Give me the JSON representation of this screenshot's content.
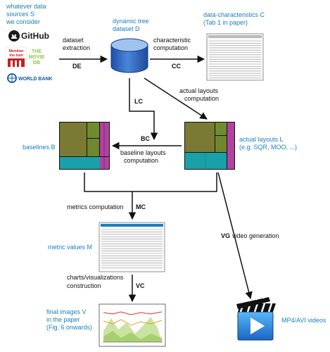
{
  "sources": {
    "label_lines": [
      "whatever data",
      "sources S",
      "we consider"
    ],
    "github": "GitHub",
    "mention": [
      "Mention",
      "Ins tum"
    ],
    "movie_db": [
      "THE",
      "MOVIE",
      "DB"
    ],
    "world_bank": "WORLD BANK"
  },
  "nodes": {
    "dataset": [
      "dynamic tree",
      "dataset D"
    ],
    "characteristics": [
      "data-characteristics C",
      "(Tab 1 in paper)"
    ],
    "baselines": "baselines B",
    "actual_layouts": [
      "actual layouts L",
      "(e.g. SQR, MOO, ...)"
    ],
    "metric_values": "metric values M",
    "final_images": [
      "final images V",
      "in the paper",
      "(Fig. 6 onwards)"
    ],
    "videos": "MP4/AVI videos"
  },
  "edges": {
    "extraction": [
      "dataset",
      "extraction"
    ],
    "extraction_code": "DE",
    "characteristic": [
      "characteristic",
      "computation"
    ],
    "characteristic_code": "CC",
    "layouts_code": "LC",
    "layouts": [
      "actual layouts",
      "computation"
    ],
    "baseline_code": "BC",
    "baseline": [
      "baseline layouts",
      "computation"
    ],
    "metrics": "metrics computation",
    "metrics_code": "MC",
    "charts": [
      "charts/visualizations",
      "construction"
    ],
    "charts_code": "VC",
    "video_code": "VG",
    "video": "video generation"
  },
  "colors": {
    "accent_text": "#1b7ec2",
    "github_black": "#1a1a1a",
    "mention_red": "#c8201e",
    "moviedb_green": "#8dc63f",
    "worldbank_blue": "#0b5aa2",
    "cylinder_top": "#9fc3ee",
    "cylinder_body": "#3567c0",
    "treemap_olive": "#7b7a34",
    "treemap_green": "#6e8d2d",
    "treemap_teal": "#1aa0a8",
    "treemap_magenta": "#b242a0",
    "clapper_blue": "#2e8fe0"
  }
}
